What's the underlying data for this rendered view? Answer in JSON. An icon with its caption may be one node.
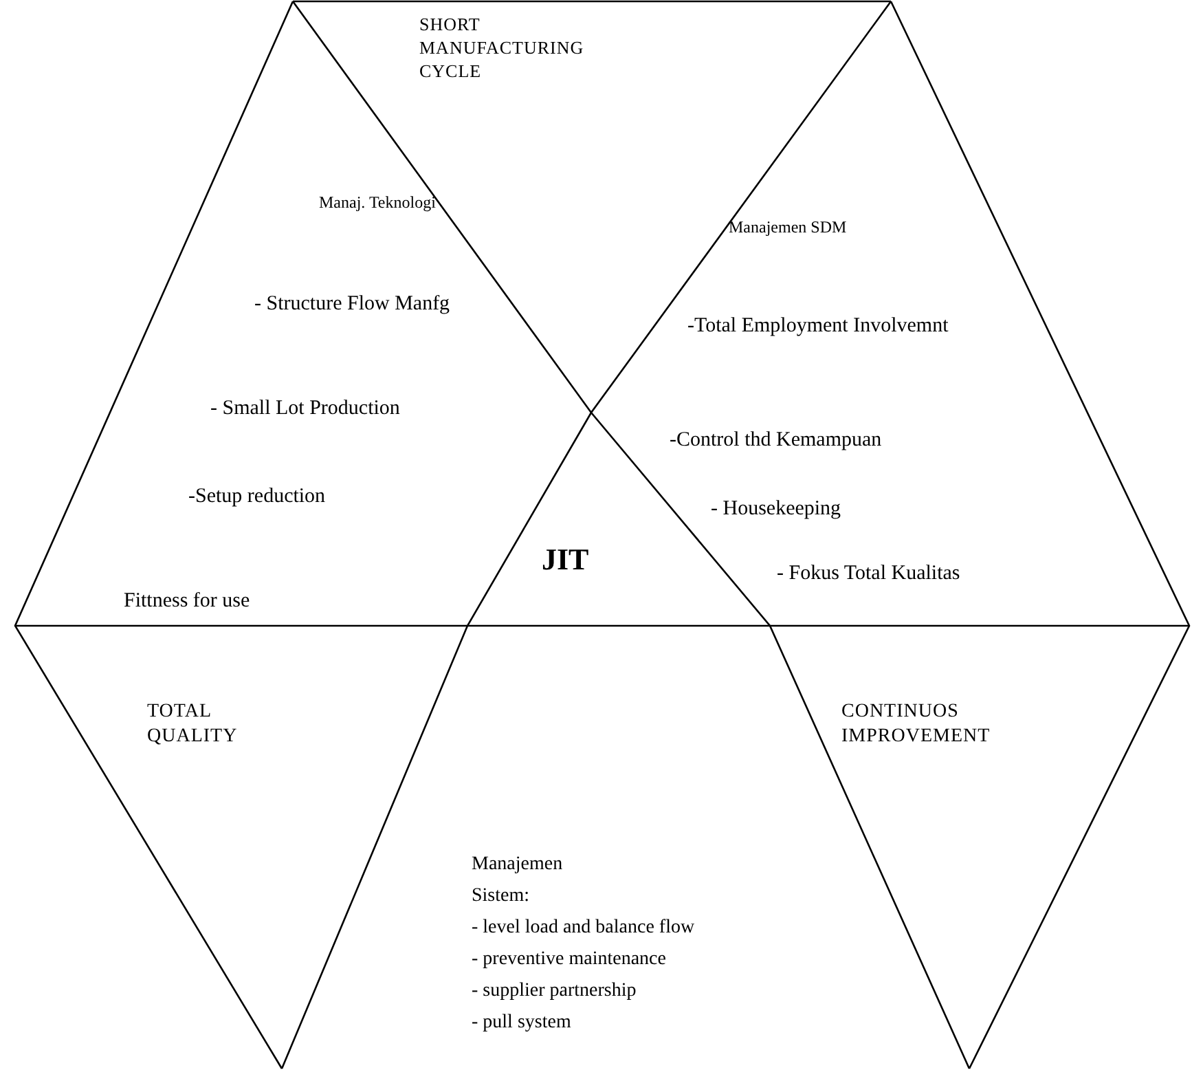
{
  "diagram": {
    "nodes": [
      {
        "text": [
          "SHORT MANUFACTURING CYCLE"
        ]
      },
      {
        "text": [
          "Manaj. Teknologi",
          "- Structure Flow Manfg",
          "- Small Lot Production",
          "-Setup reduction",
          "Fittness for use"
        ]
      },
      {
        "text": [
          "Manajemen SDM",
          "-Total Employment Involvemnt",
          "-Control thd Kemampuan",
          "- Housekeeping",
          "- Fokus Total Kualitas"
        ]
      },
      {
        "text": [
          "JIT"
        ]
      },
      {
        "text": [
          "TOTAL QUALITY"
        ]
      },
      {
        "text": [
          "CONTINUOS IMPROVEMENT"
        ]
      },
      {
        "text": [
          "Manajemen Sistem:",
          "- level load and balance flow",
          "- preventive maintenance",
          "- supplier partnership",
          "- pull system"
        ]
      }
    ]
  }
}
